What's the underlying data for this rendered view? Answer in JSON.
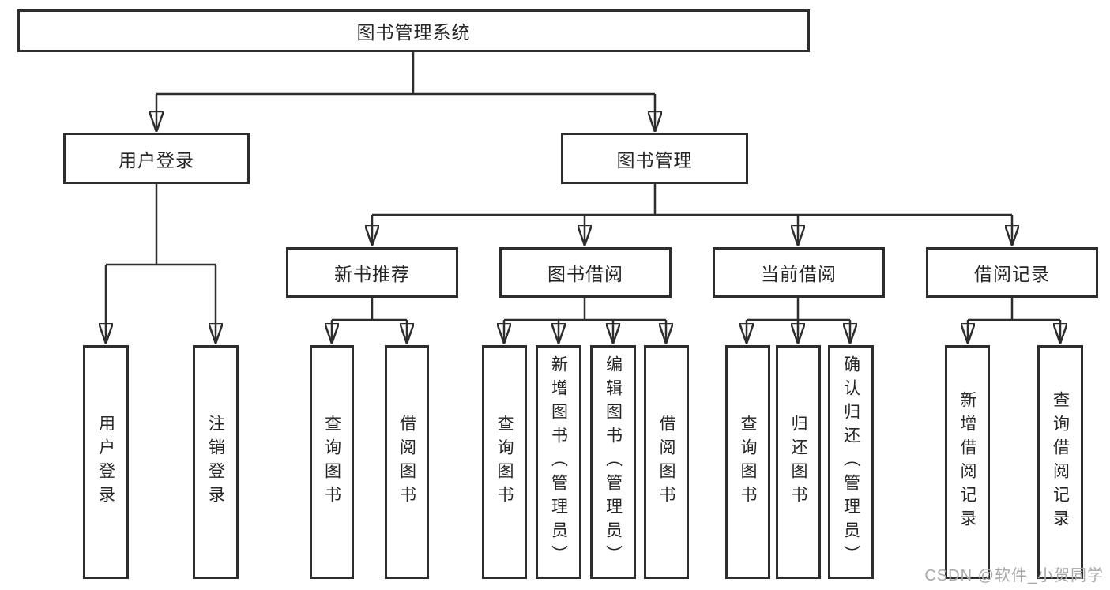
{
  "tree": {
    "root": {
      "label": "图书管理系统"
    },
    "branches": [
      {
        "label": "用户登录",
        "children": [
          {
            "label": "用户登录"
          },
          {
            "label": "注销登录"
          }
        ]
      },
      {
        "label": "图书管理",
        "children": [
          {
            "label": "新书推荐",
            "children": [
              {
                "label": "查询图书"
              },
              {
                "label": "借阅图书"
              }
            ]
          },
          {
            "label": "图书借阅",
            "children": [
              {
                "label": "查询图书"
              },
              {
                "label": "新增图书（管理员）"
              },
              {
                "label": "编辑图书（管理员）"
              },
              {
                "label": "借阅图书"
              }
            ]
          },
          {
            "label": "当前借阅",
            "children": [
              {
                "label": "查询图书"
              },
              {
                "label": "归还图书"
              },
              {
                "label": "确认归还（管理员）"
              }
            ]
          },
          {
            "label": "借阅记录",
            "children": [
              {
                "label": "新增借阅记录"
              },
              {
                "label": "查询借阅记录"
              }
            ]
          }
        ]
      }
    ]
  },
  "watermark": {
    "text": "CSDN @软件_小贺同学",
    "color": "#a8a8a8"
  },
  "colors": {
    "line": "#2d2d2d",
    "box_border": "#2d2d2d",
    "text": "#262626",
    "background": "#ffffff",
    "watermark": "#a8a8a8"
  }
}
